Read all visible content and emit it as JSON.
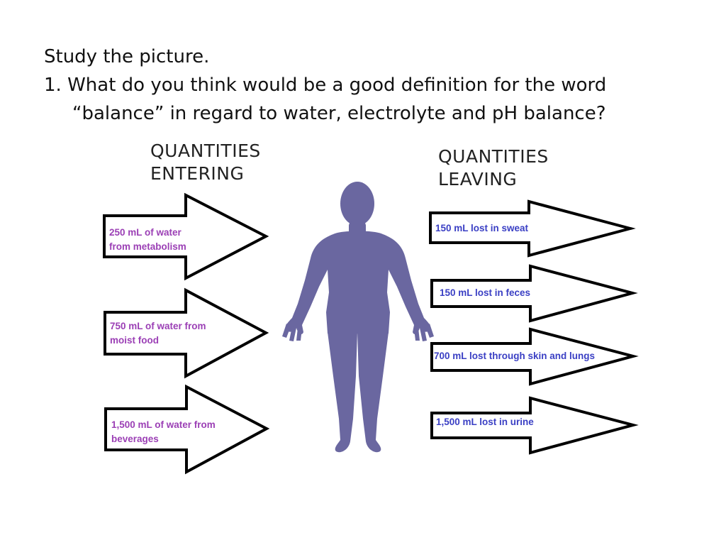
{
  "prompt": {
    "line1": "Study the picture.",
    "question": "1.  What do you think would be a good definition for the word “balance” in regard to water, electrolyte and pH balance?"
  },
  "entering": {
    "heading_line1": "QUANTITIES",
    "heading_line2": "ENTERING",
    "items": [
      {
        "line1": "250 mL of water",
        "line2": "from metabolism"
      },
      {
        "line1": "750 mL of water from",
        "line2": "moist food"
      },
      {
        "line1": "1,500 mL of water from",
        "line2": "beverages"
      }
    ]
  },
  "leaving": {
    "heading_line1": "QUANTITIES",
    "heading_line2": "LEAVING",
    "items": [
      {
        "label": "150 mL lost in sweat"
      },
      {
        "label": "150 mL lost in feces"
      },
      {
        "label": "700 mL lost through skin and lungs"
      },
      {
        "label": "1,500 mL lost in urine"
      }
    ]
  },
  "colors": {
    "entering_text": "#9b3fb5",
    "leaving_text": "#3a3fc4",
    "body_silhouette": "#6a67a0"
  },
  "icons": {
    "figure": "human-body-silhouette"
  }
}
